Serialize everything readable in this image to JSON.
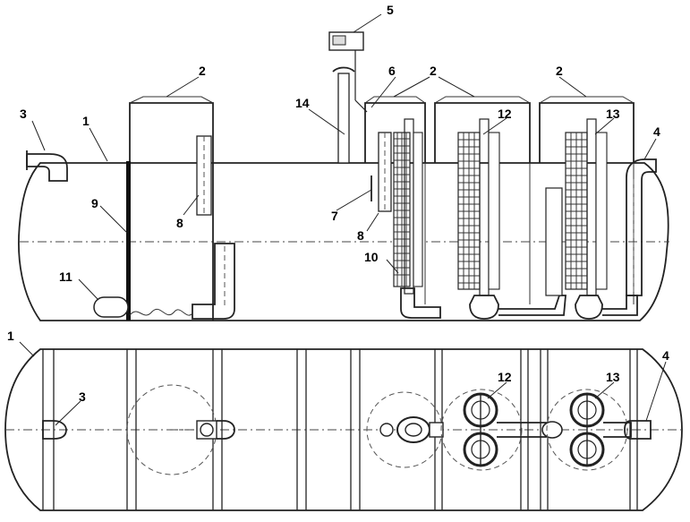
{
  "labels": {
    "l1": "1",
    "l2": "2",
    "l3": "3",
    "l4": "4",
    "l5": "5",
    "l6": "6",
    "l7": "7",
    "l8": "8",
    "l9": "9",
    "l10": "10",
    "l11": "11",
    "l12": "12",
    "l13": "13",
    "l14": "14"
  },
  "colors": {
    "line": "#222222",
    "background": "#ffffff"
  }
}
